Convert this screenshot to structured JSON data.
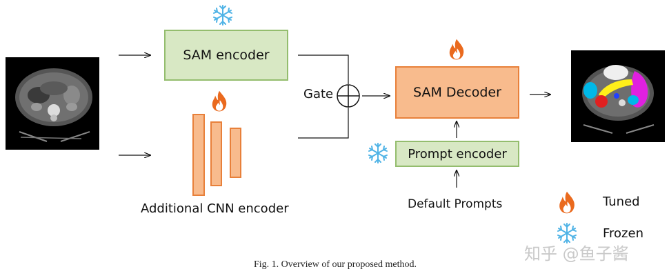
{
  "diagram": {
    "sam_encoder": "SAM encoder",
    "cnn_encoder": "Additional CNN encoder",
    "gate": "Gate",
    "sam_decoder": "SAM Decoder",
    "prompt_encoder": "Prompt encoder",
    "default_prompts": "Default Prompts"
  },
  "legend": {
    "tuned": "Tuned",
    "frozen": "Frozen",
    "tuned_icon": "flame-icon",
    "frozen_icon": "snowflake-icon"
  },
  "caption": "Fig. 1.    Overview of our proposed method.",
  "watermark": "知乎 @鱼子酱",
  "colors": {
    "frozen_fill": "#d8e8c4",
    "frozen_border": "#94bd6e",
    "tuned_fill": "#f8bb8d",
    "tuned_border": "#e8803a",
    "flame": "#ea6a1e",
    "snowflake": "#4fb3e6",
    "liver": "#e020e0",
    "kidney": "#00b8e8",
    "spleen": "#e02020",
    "pancreas": "#ffef1a",
    "stomach": "#efefef",
    "aorta": "#2040ff"
  }
}
